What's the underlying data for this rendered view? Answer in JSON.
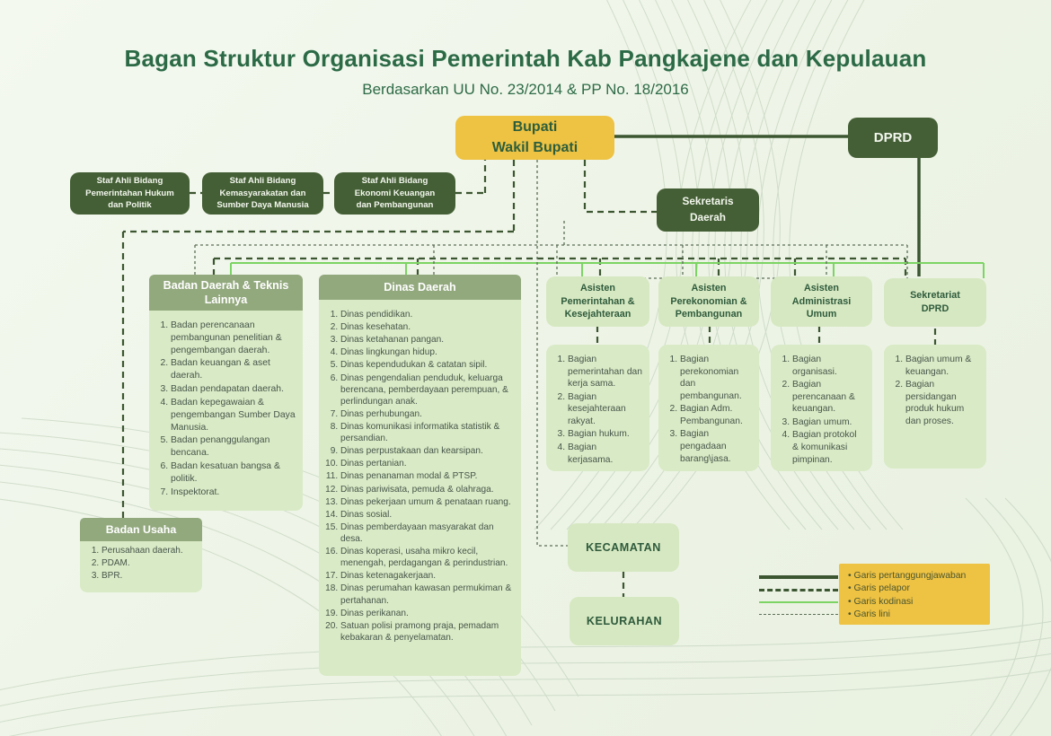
{
  "title": "Bagan Struktur Organisasi Pemerintah Kab Pangkajene dan Kepulauan",
  "subtitle": "Berdasarkan UU No. 23/2014 & PP No. 18/2016",
  "nodes": {
    "bupati": "Bupati\nWakil Bupati",
    "dprd": "DPRD",
    "staf_ahli_1": "Staf Ahli Bidang\nPemerintahan Hukum\ndan Politik",
    "staf_ahli_2": "Staf Ahli Bidang\nKemasyarakatan dan\nSumber Daya Manusia",
    "staf_ahli_3": "Staf Ahli Bidang\nEkonomi Keuangan\ndan Pembangunan",
    "sekretaris_daerah": "Sekretaris\nDaerah",
    "kecamatan": "KECAMATAN",
    "kelurahan": "KELURAHAN"
  },
  "columns": {
    "badan_daerah": {
      "title": "Badan Daerah & Teknis\nLainnya",
      "items": [
        "Badan perencanaan pembangunan penelitian & pengembangan daerah.",
        "Badan keuangan & aset daerah.",
        "Badan pendapatan daerah.",
        "Badan kepegawaian & pengembangan Sumber Daya Manusia.",
        "Badan penanggulangan bencana.",
        "Badan kesatuan bangsa & politik.",
        "Inspektorat."
      ]
    },
    "dinas_daerah": {
      "title": "Dinas Daerah",
      "items": [
        "Dinas pendidikan.",
        "Dinas kesehatan.",
        "Dinas ketahanan pangan.",
        "Dinas lingkungan hidup.",
        "Dinas kependudukan & catatan sipil.",
        "Dinas pengendalian penduduk, keluarga berencana, pemberdayaan perempuan, & perlindungan anak.",
        "Dinas perhubungan.",
        "Dinas komunikasi informatika statistik & persandian.",
        "Dinas perpustakaan dan kearsipan.",
        "Dinas pertanian.",
        "Dinas penanaman modal & PTSP.",
        "Dinas pariwisata, pemuda & olahraga.",
        "Dinas pekerjaan umum & penataan ruang.",
        "Dinas sosial.",
        "Dinas pemberdayaan masyarakat dan desa.",
        "Dinas koperasi, usaha mikro kecil, menengah, perdagangan & perindustrian.",
        "Dinas ketenagakerjaan.",
        "Dinas perumahan kawasan permukiman & pertahanan.",
        "Dinas perikanan.",
        "Satuan polisi pramong praja, pemadam kebakaran & penyelamatan."
      ]
    },
    "asisten_pemerintahan": {
      "title": "Asisten\nPemerintahan &\nKesejahteraan",
      "items": [
        "Bagian pemerintahan dan kerja sama.",
        "Bagian kesejahteraan rakyat.",
        "Bagian hukum.",
        "Bagian kerjasama."
      ]
    },
    "asisten_perekonomian": {
      "title": "Asisten\nPerekonomian &\nPembangunan",
      "items": [
        "Bagian perekonomian dan pembangunan.",
        "Bagian Adm. Pembangunan.",
        "Bagian pengadaan barang\\jasa."
      ]
    },
    "asisten_administrasi": {
      "title": "Asisten\nAdministrasi\nUmum",
      "items": [
        "Bagian organisasi.",
        "Bagian perencanaan & keuangan.",
        "Bagian umum.",
        "Bagian protokol & komunikasi pimpinan."
      ]
    },
    "sekretariat_dprd": {
      "title": "Sekretariat\nDPRD",
      "items": [
        "Bagian umum & keuangan.",
        "Bagian persidangan produk hukum dan proses."
      ]
    }
  },
  "badan_usaha": {
    "title": "Badan Usaha",
    "items": [
      "Perusahaan daerah.",
      "PDAM.",
      "BPR."
    ]
  },
  "legend": {
    "items": [
      "Garis pertanggungjawaban",
      "Garis pelapor",
      "Garis kodinasi",
      "Garis lini"
    ]
  },
  "colors": {
    "accent_yellow": "#eec242",
    "dark_green": "#445f35",
    "sage_green": "#92a87d",
    "light_green_box": "#d9eac6",
    "title_green": "#2c6a46",
    "line_dark": "#3c5631",
    "line_koordinasi": "#7cd464"
  }
}
